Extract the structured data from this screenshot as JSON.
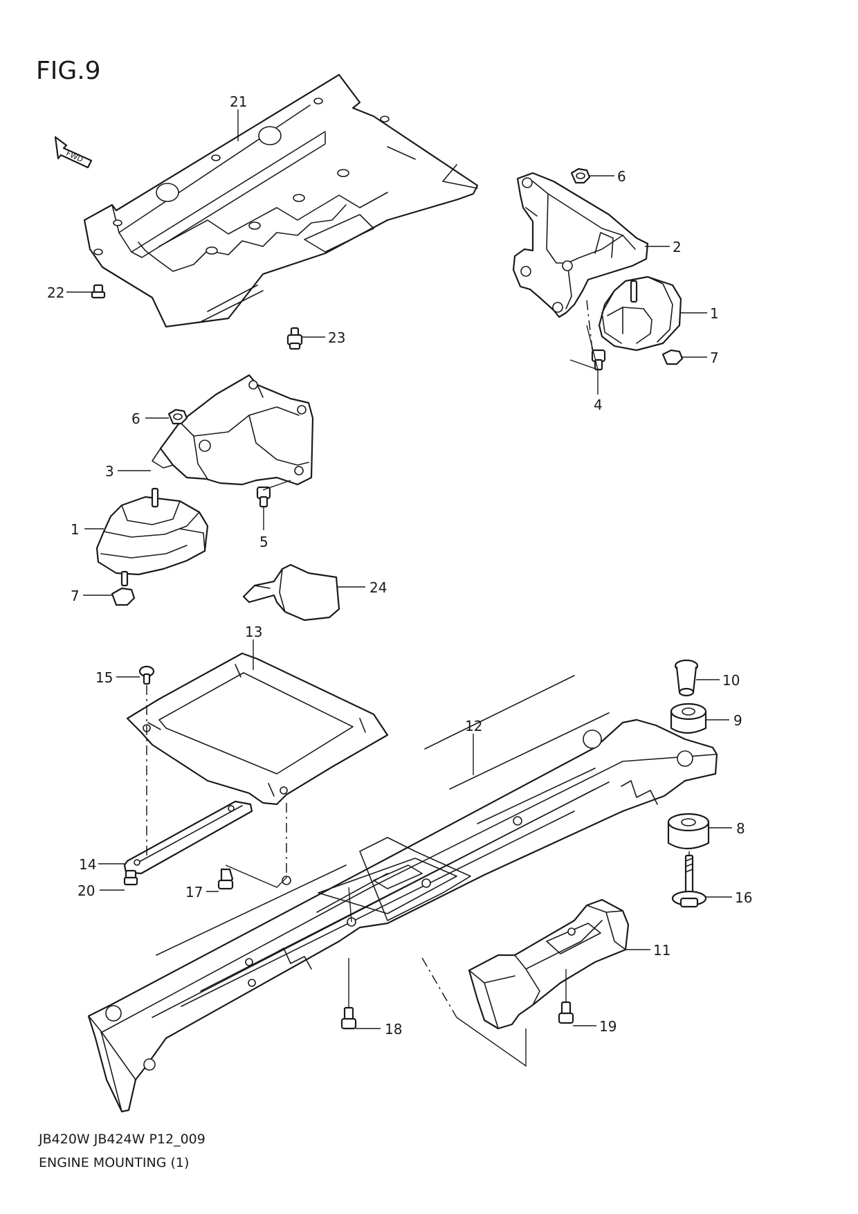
{
  "figure": {
    "title": "FIG.9",
    "fwd_label": "FWD",
    "caption_line1": "JB420W JB424W P12_009",
    "caption_line2": "ENGINE MOUNTING (1)"
  },
  "callouts": [
    {
      "id": "c21",
      "label": "21"
    },
    {
      "id": "c22",
      "label": "22"
    },
    {
      "id": "c23",
      "label": "23"
    },
    {
      "id": "c6a",
      "label": "6"
    },
    {
      "id": "c2",
      "label": "2"
    },
    {
      "id": "c1a",
      "label": "1"
    },
    {
      "id": "c7a",
      "label": "7"
    },
    {
      "id": "c4",
      "label": "4"
    },
    {
      "id": "c6b",
      "label": "6"
    },
    {
      "id": "c3",
      "label": "3"
    },
    {
      "id": "c5",
      "label": "5"
    },
    {
      "id": "c1b",
      "label": "1"
    },
    {
      "id": "c7b",
      "label": "7"
    },
    {
      "id": "c24",
      "label": "24"
    },
    {
      "id": "c13",
      "label": "13"
    },
    {
      "id": "c15",
      "label": "15"
    },
    {
      "id": "c10",
      "label": "10"
    },
    {
      "id": "c9",
      "label": "9"
    },
    {
      "id": "c12",
      "label": "12"
    },
    {
      "id": "c8",
      "label": "8"
    },
    {
      "id": "c14",
      "label": "14"
    },
    {
      "id": "c20",
      "label": "20"
    },
    {
      "id": "c17",
      "label": "17"
    },
    {
      "id": "c16",
      "label": "16"
    },
    {
      "id": "c11",
      "label": "11"
    },
    {
      "id": "c18",
      "label": "18"
    },
    {
      "id": "c19",
      "label": "19"
    }
  ]
}
